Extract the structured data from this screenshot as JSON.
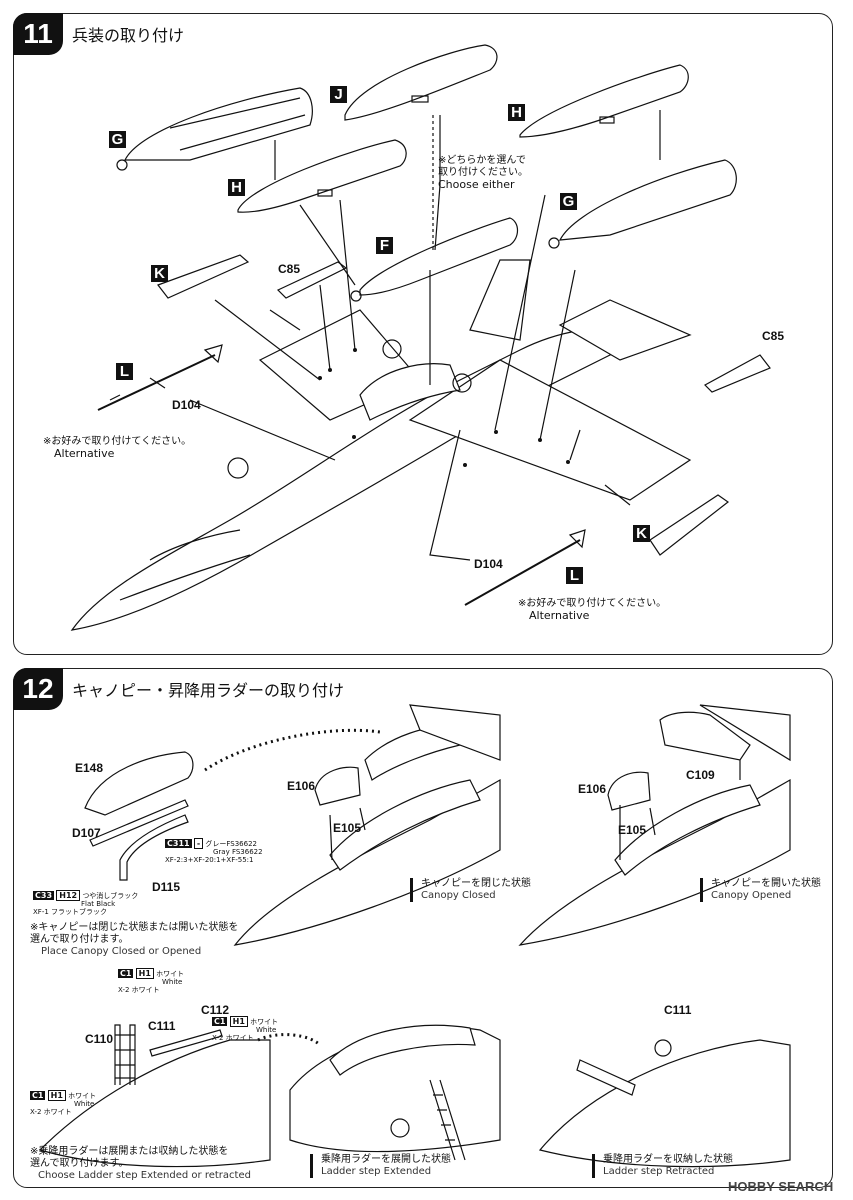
{
  "step11": {
    "number": "11",
    "title": "兵装の取り付け",
    "part_letters": {
      "G1": "G",
      "J": "J",
      "H1": "H",
      "H2": "H",
      "G2": "G",
      "F": "F",
      "K1": "K",
      "K2": "K",
      "L1": "L",
      "L2": "L"
    },
    "parts": {
      "C85a": "C85",
      "C85b": "C85",
      "D104a": "D104",
      "D104b": "D104"
    },
    "choose_note": {
      "jp": "※どちらかを選んで\n取り付けください。",
      "en": "Choose either"
    },
    "alt_note1": {
      "jp": "※お好みで取り付けてください。",
      "en": "Alternative"
    },
    "alt_note2": {
      "jp": "※お好みで取り付けてください。",
      "en": "Alternative"
    }
  },
  "step12": {
    "number": "12",
    "title": "キャノピー・昇降用ラダーの取り付け",
    "parts": {
      "E148": "E148",
      "D107": "D107",
      "D115": "D115",
      "E106a": "E106",
      "E105a": "E105",
      "E106b": "E106",
      "E105b": "E105",
      "C109": "C109",
      "C110": "C110",
      "C111a": "C111",
      "C112": "C112",
      "C111b": "C111"
    },
    "paint_c311": {
      "code": "C311",
      "dash": "-",
      "jp": "グレーFS36622",
      "en": "Gray FS36622",
      "mix": "XF-2:3+XF-20:1+XF-55:1"
    },
    "paint_c33": {
      "code": "C33",
      "code2": "H12",
      "jp": "つや消しブラック",
      "en": "Flat Black",
      "ref": "XF-1 フラットブラック"
    },
    "paint_c1a": {
      "code": "C1",
      "code2": "H1",
      "jp": "ホワイト",
      "en": "White",
      "ref": "X-2 ホワイト"
    },
    "paint_c1b": {
      "code": "C1",
      "code2": "H1",
      "jp": "ホワイト",
      "en": "White",
      "ref": "X-2 ホワイト"
    },
    "paint_c1c": {
      "code": "C1",
      "code2": "H1",
      "jp": "ホワイト",
      "en": "White",
      "ref": "X-2 ホワイト"
    },
    "canopy_note": {
      "jp": "※キャノピーは閉じた状態または開いた状態を\n選んで取り付けます。",
      "en": "Place Canopy Closed or Opened"
    },
    "canopy_closed": {
      "jp": "キャノピーを閉じた状態",
      "en": "Canopy Closed"
    },
    "canopy_opened": {
      "jp": "キャノピーを開いた状態",
      "en": "Canopy Opened"
    },
    "ladder_note": {
      "jp": "※乗降用ラダーは展開または収納した状態を\n選んで取り付けます。",
      "en": "Choose Ladder step Extended or retracted"
    },
    "ladder_extended": {
      "jp": "乗降用ラダーを展開した状態",
      "en": "Ladder step Extended"
    },
    "ladder_retracted": {
      "jp": "乗降用ラダーを収納した状態",
      "en": "Ladder step Retracted"
    }
  },
  "watermark": "HOBBY SEARCH"
}
